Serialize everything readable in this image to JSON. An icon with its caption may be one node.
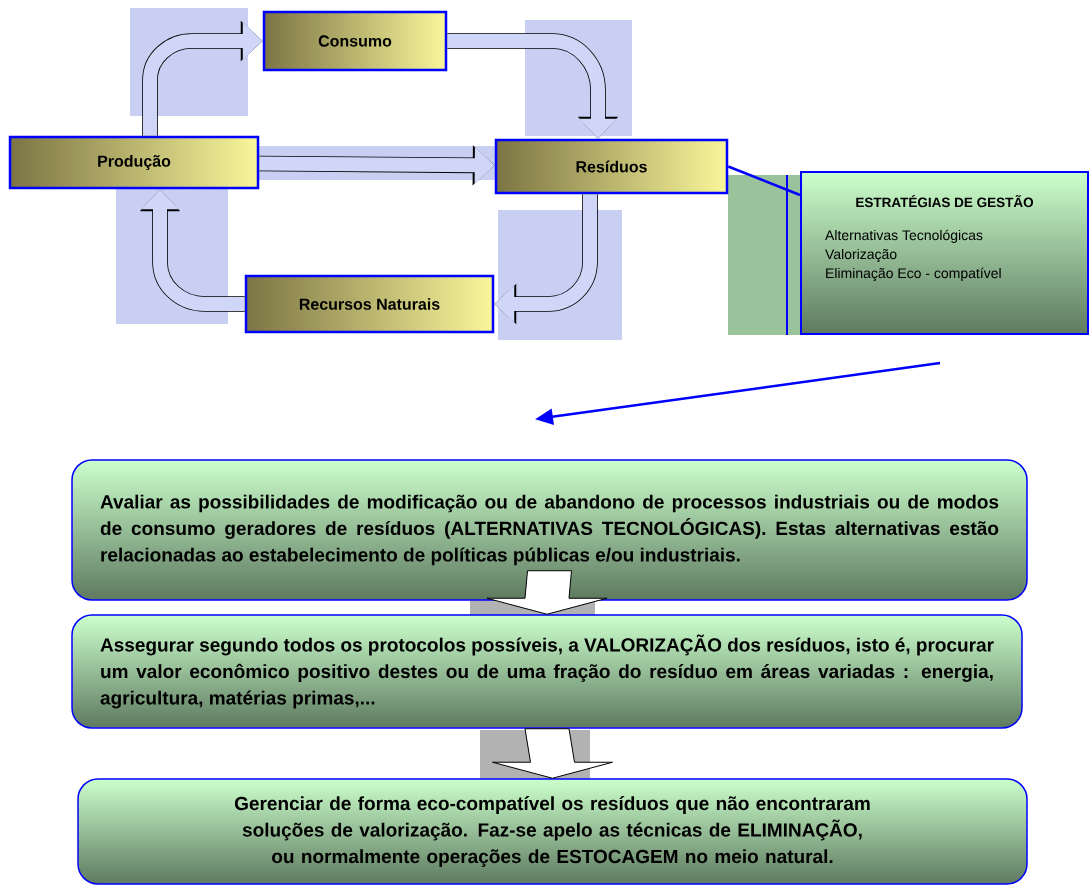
{
  "diagram": {
    "nodes": [
      {
        "text": [
          "Consumo"
        ]
      },
      {
        "text": [
          "Produção"
        ]
      },
      {
        "text": [
          "Resíduos"
        ]
      },
      {
        "text": [
          "Recursos Naturais"
        ]
      },
      {
        "text": [
          "ESTRATÉGIAS DE GESTÃO",
          "Alternativas Tecnológicas",
          "Valorização",
          "Eliminação Eco - compatível"
        ]
      },
      {
        "text": [
          "Avaliar as possibilidades de modificação ou de abandono de processos industriais ou de modos de consumo geradores de resíduos (ALTERNATIVAS TECNOLÓGICAS). Estas alternativas estão relacionadas ao estabelecimento de políticas públicas e/ou industriais."
        ]
      },
      {
        "text": [
          "Assegurar segundo todos os protocolos possíveis, a VALORIZAÇÃO dos resíduos, isto é, procurar um valor econômico positivo destes ou de uma fração do resíduo em áreas variadas : energia, agricultura, matérias primas,..."
        ]
      },
      {
        "text": [
          "Gerenciar  de forma eco-compatível os resíduos que não encontraram soluções de valorização. Faz-se apelo as técnicas de ELIMINAÇÃO, ou normalmente operações de ESTOCAGEM no meio natural."
        ]
      }
    ],
    "edges": [
      {
        "from": 1,
        "to": 0,
        "arrow": "to"
      },
      {
        "from": 0,
        "to": 2,
        "arrow": "to"
      },
      {
        "from": 2,
        "to": 3,
        "arrow": "to"
      },
      {
        "from": 3,
        "to": 1,
        "arrow": "to"
      },
      {
        "from": 1,
        "to": 2,
        "arrow": "to"
      },
      {
        "from": 2,
        "to": 4,
        "arrow": "none",
        "color": "#0000ff"
      },
      {
        "from": 4,
        "to": 5,
        "arrow": "to",
        "color": "#0000ff"
      },
      {
        "from": 5,
        "to": 6,
        "arrow": "to",
        "style": "thick",
        "color": "#ffffff"
      },
      {
        "from": 6,
        "to": 7,
        "arrow": "to",
        "style": "thick",
        "color": "#ffffff"
      }
    ]
  }
}
